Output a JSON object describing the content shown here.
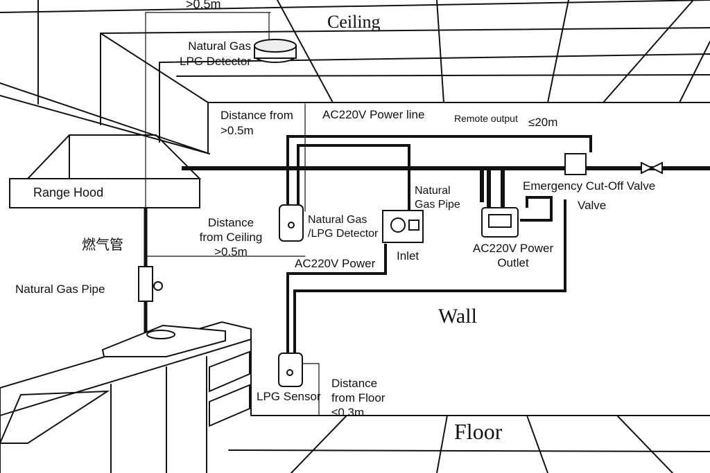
{
  "labels": {
    "ceiling": "Ceiling",
    "wall": "Wall",
    "floor": "Floor",
    "top_distance": ">0.5m",
    "ceiling_detector": "Natural Gas\nLPG Detector",
    "distance_from": "Distance from\n>0.5m",
    "ac_power_line": "AC220V Power line",
    "remote_output": "Remote output",
    "remote_distance": "≤20m",
    "range_hood": "Range Hood",
    "natural_gas_pipe_right": "Natural\nGas Pipe",
    "emergency_valve": "Emergency Cut-Off Valve",
    "valve": "Valve",
    "wall_detector": "Natural Gas\n/LPG Detector",
    "inlet": "Inlet",
    "distance_from_ceiling": "Distance\nfrom Ceiling\n>0.5m",
    "power_outlet": "AC220V Power\nOutlet",
    "chinese_gas_pipe": "燃气管",
    "ac_power": "AC220V Power",
    "natural_gas_pipe_left": "Natural Gas Pipe",
    "lpg_sensor": "LPG Sensor",
    "distance_from_floor": "Distance\nfrom Floor\n≤0.3m"
  }
}
